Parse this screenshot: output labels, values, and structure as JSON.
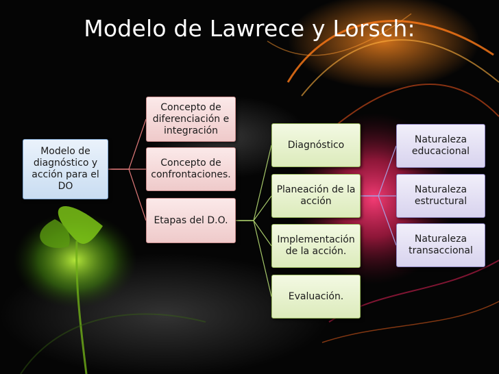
{
  "title": "Modelo de Lawrece y Lorsch:",
  "diagram": {
    "root": "Modelo de diagnóstico y acción para el DO",
    "level1": [
      "Concepto de diferenciación e integración",
      "Concepto de confrontaciones.",
      "Etapas del D.O."
    ],
    "level2": [
      "Diagnóstico",
      "Planeación de la acción",
      "Implementación de la acción.",
      "Evaluación."
    ],
    "level3": [
      "Naturaleza educacional",
      "Naturaleza estructural",
      "Naturaleza transaccional"
    ]
  },
  "colors": {
    "background": "#050505",
    "root_fill": "#c9ddf2",
    "level1_fill": "#efcaca",
    "level2_fill": "#dcebbb",
    "level3_fill": "#d8d3ee",
    "connector_root": "#e07a7a",
    "connector_level1": "#a6c86a",
    "connector_level2": "#a79ee0"
  }
}
